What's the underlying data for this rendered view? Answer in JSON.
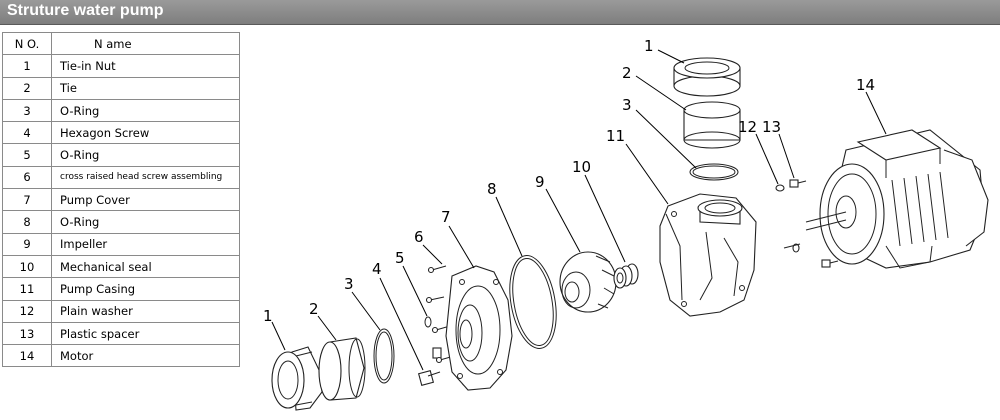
{
  "header": {
    "title": "Struture water pump"
  },
  "table": {
    "col_no": "N O.",
    "col_name": "N ame",
    "rows": [
      {
        "no": "1",
        "name": "Tie-in Nut"
      },
      {
        "no": "2",
        "name": "Tie"
      },
      {
        "no": "3",
        "name": "O-Ring"
      },
      {
        "no": "4",
        "name": "Hexagon Screw"
      },
      {
        "no": "5",
        "name": "O-Ring"
      },
      {
        "no": "6",
        "name": "cross raised head screw assembling"
      },
      {
        "no": "7",
        "name": "Pump Cover"
      },
      {
        "no": "8",
        "name": "O-Ring"
      },
      {
        "no": "9",
        "name": "Impeller"
      },
      {
        "no": "10",
        "name": "Mechanical seal"
      },
      {
        "no": "11",
        "name": "Pump Casing"
      },
      {
        "no": "12",
        "name": "Plain washer"
      },
      {
        "no": "13",
        "name": "Plastic spacer"
      },
      {
        "no": "14",
        "name": "Motor"
      }
    ]
  },
  "callouts": {
    "c1a": "1",
    "c1b": "1",
    "c2a": "2",
    "c2b": "2",
    "c3a": "3",
    "c3b": "3",
    "c4": "4",
    "c5": "5",
    "c6": "6",
    "c7": "7",
    "c8": "8",
    "c9": "9",
    "c10": "10",
    "c11": "11",
    "c12": "12",
    "c13": "13",
    "c14": "14"
  }
}
